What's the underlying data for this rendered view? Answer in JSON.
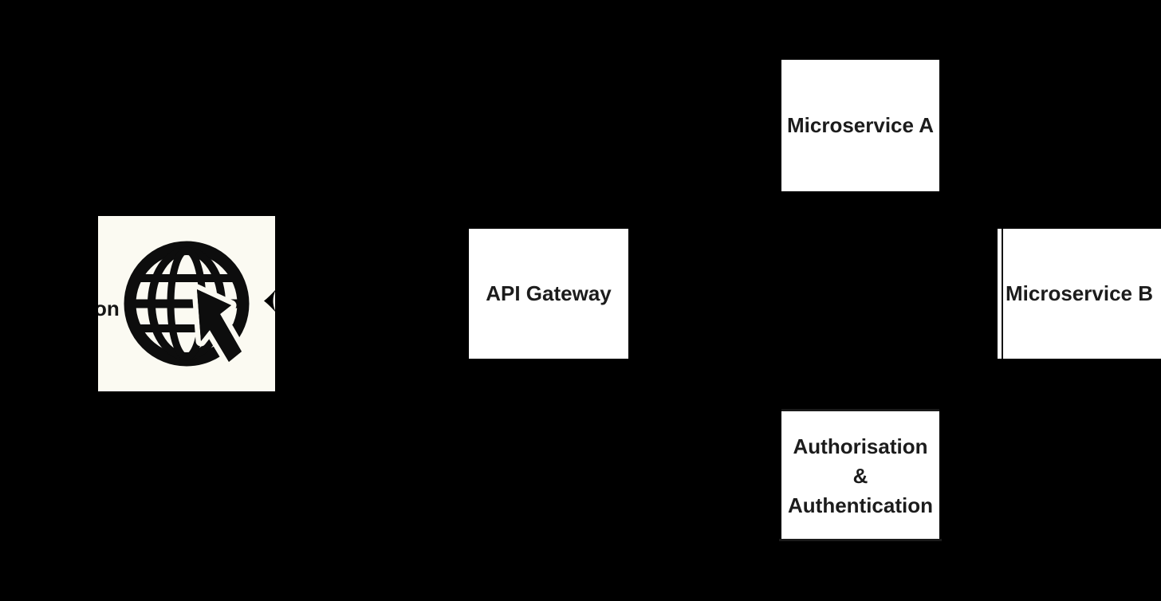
{
  "diagram": {
    "nodes": {
      "web_client": {
        "visible_label_fragment": "on",
        "icon": "globe-with-cursor-icon",
        "fill": "#fbfaf2"
      },
      "api_gateway": {
        "label": "API Gateway",
        "fill": "#ffffff"
      },
      "microservice_a": {
        "label": "Microservice A",
        "fill": "#ffffff"
      },
      "microservice_b": {
        "label": "Microservice B",
        "fill": "#ffffff"
      },
      "auth": {
        "lines": [
          "Authorisation",
          "&",
          "Authentication"
        ],
        "fill": "#ffffff"
      }
    },
    "colors": {
      "background": "#000000",
      "node_fill": "#ffffff",
      "globe_node_fill": "#fbfaf2",
      "icon_ink": "#0d0d0d",
      "text": "#1c1c1c",
      "shadow_line": "#1a1a1a"
    }
  }
}
